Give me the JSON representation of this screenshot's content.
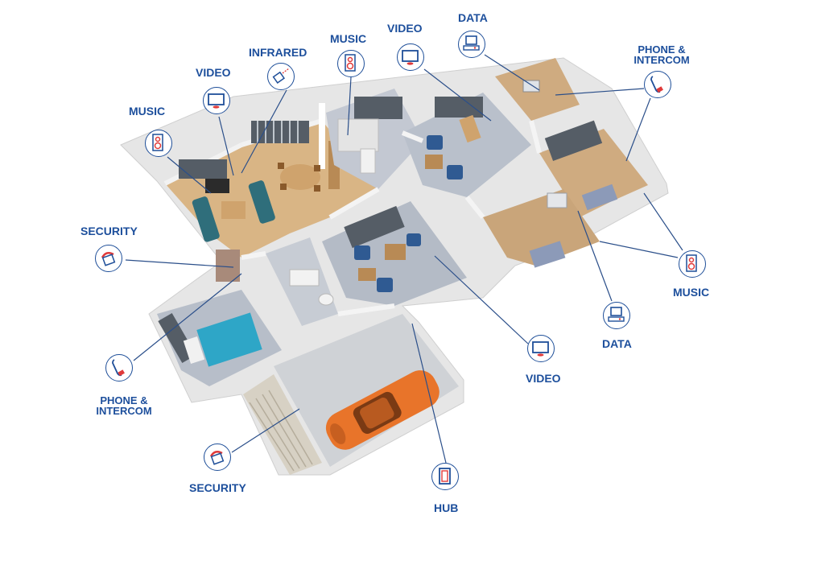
{
  "colors": {
    "label": "#1d4f9c",
    "connector": "#2b4f8a",
    "floor_wood": "#d6b487",
    "floor_gray": "#b8bfcb",
    "wall": "#eeeeee",
    "car": "#e8742a",
    "bed": "#2ea6c7"
  },
  "labels": {
    "music_left": "MUSIC",
    "video_left": "VIDEO",
    "infrared": "INFRARED",
    "music_top": "MUSIC",
    "video_top": "VIDEO",
    "data_top": "DATA",
    "phone_top_1": "PHONE &",
    "phone_top_2": "INTERCOM",
    "security_left": "SECURITY",
    "phone_left_1": "PHONE &",
    "phone_left_2": "INTERCOM",
    "security_bottom": "SECURITY",
    "hub": "HUB",
    "video_right": "VIDEO",
    "data_right": "DATA",
    "music_right": "MUSIC"
  },
  "icons": {
    "music": "speaker-icon",
    "video": "monitor-icon",
    "infrared": "infrared-sensor-icon",
    "data": "computer-icon",
    "phone": "phone-handset-icon",
    "security": "security-keypad-icon",
    "hub": "hub-panel-icon"
  }
}
